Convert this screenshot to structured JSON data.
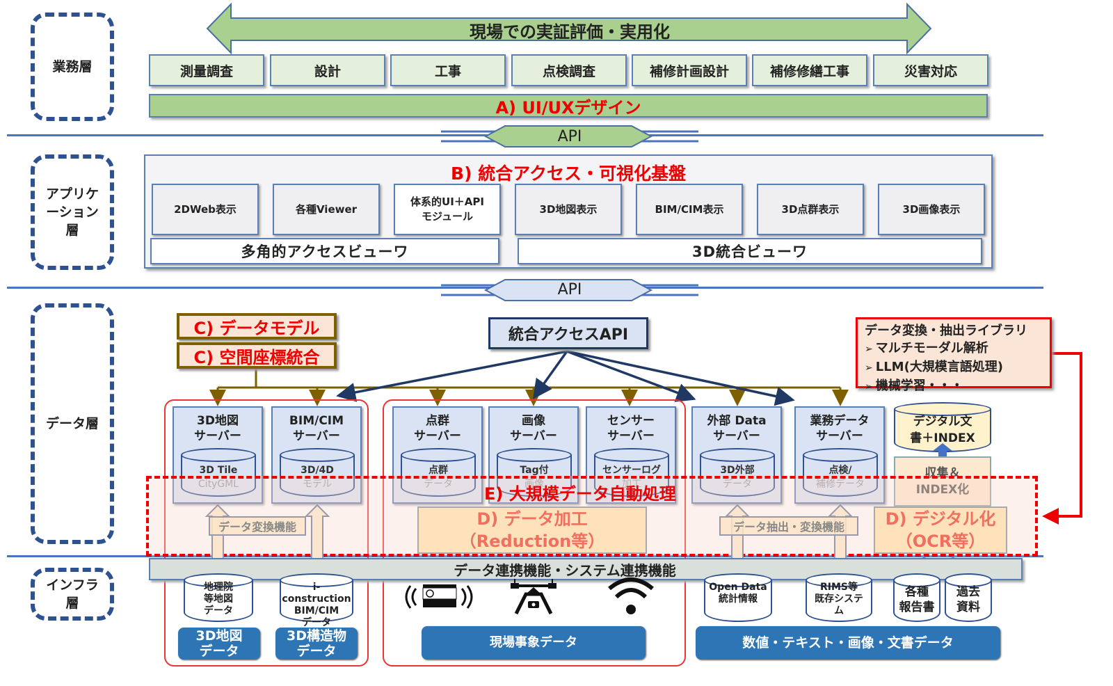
{
  "layers": {
    "business": "業務層",
    "application": "アプリケーション層",
    "data": "データ層",
    "infra": "インフラ層"
  },
  "top_arrow": "現場での実証評価・実用化",
  "tasks": [
    "測量調査",
    "設計",
    "工事",
    "点検調査",
    "補修計画設計",
    "補修修繕工事",
    "災害対応"
  ],
  "ux_bar": "A) UI/UXデザイン",
  "api_labels": {
    "top": "API",
    "middle": "API"
  },
  "platform": {
    "title": "B) 統合アクセス・可視化基盤",
    "left_modules": [
      "2DWeb表示",
      "各種Viewer",
      "体系的UI＋API\nモジュール"
    ],
    "right_modules": [
      "3D地図表示",
      "BIM/CIM表示",
      "3D点群表示",
      "3D画像表示"
    ],
    "left_viewer": "多角的アクセスビューワ",
    "right_viewer": "3D統合ビューワ"
  },
  "c_tags": [
    "C) データモデル",
    "C) 空間座標統合"
  ],
  "integrated_api": "統合アクセスAPI",
  "library": {
    "title": "データ変換・抽出ライブラリ",
    "items": [
      "マルチモーダル解析",
      "LLM(大規模言語処理)",
      "機械学習・・・"
    ],
    "bullet": "➢"
  },
  "servers": [
    {
      "title": "3D地図\nサーバー",
      "db": [
        "3D Tile",
        "CityGML"
      ]
    },
    {
      "title": "BIM/CIM\nサーバー",
      "db": [
        "3D/4D",
        "モデル"
      ]
    },
    {
      "title": "点群\nサーバー",
      "db": [
        "点群",
        "データ"
      ]
    },
    {
      "title": "画像\nサーバー",
      "db": [
        "Tag付",
        "画像"
      ]
    },
    {
      "title": "センサー\nサーバー",
      "db": [
        "センサーログ",
        "加工"
      ]
    },
    {
      "title": "外部 Data\nサーバー",
      "db": [
        "3D外部",
        "データ"
      ]
    },
    {
      "title": "業務データ\nサーバー",
      "db": [
        "点検/",
        "補修データ"
      ]
    }
  ],
  "digital_doc": {
    "db": "デジタル文\n書＋INDEX",
    "collect": "収集＆\nINDEX化"
  },
  "e_zone": "E) 大規模データ自動処理",
  "d_boxes": {
    "processing": {
      "line1": "D) データ加工",
      "line2": "（Reduction等）"
    },
    "digitize": {
      "line1": "D) デジタル化",
      "line2": "（OCR等）"
    }
  },
  "conv_labels": {
    "left": "データ変換機能",
    "right": "データ抽出・変換機能"
  },
  "infra_bar": "データ連携機能・システム連携機能",
  "infra_dbs": [
    {
      "text": "地理院\n等地図\nデータ"
    },
    {
      "text": "i-construction\nBIM/CIM\nデータ"
    },
    {
      "text": "Open Data\n統計情報"
    },
    {
      "text": "RIMS等\n既存システ\nム"
    },
    {
      "text": "各種\n報告書"
    },
    {
      "text": "過去\n資料"
    }
  ],
  "sensor_icons": [
    "sensor-signal-icon",
    "drone-icon",
    "wifi-icon"
  ],
  "bottom_buttons": {
    "map3d": "3D地図\nデータ",
    "struct3d": "3D構造物\nデータ",
    "field": "現場事象データ",
    "numeric": "数値・テキスト・画像・文書データ"
  },
  "colors": {
    "layer_border": "#2e5190",
    "accent_red": "#e00000",
    "green": "#a9d08e",
    "api_blue": "#dae3f3",
    "brown": "#7f6000",
    "button_blue": "#2e75b6"
  }
}
